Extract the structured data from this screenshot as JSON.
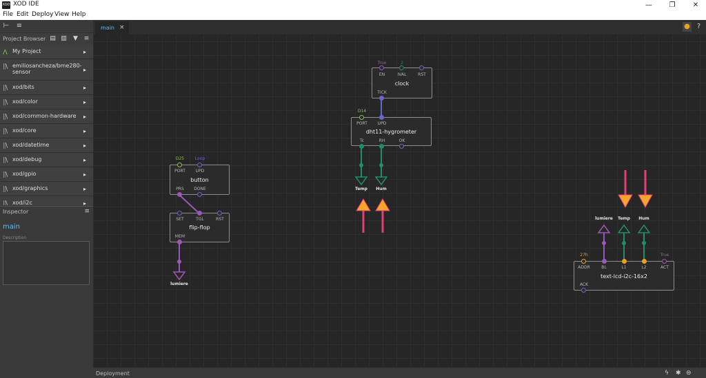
{
  "window": {
    "title": "XOD IDE",
    "app_icon_text": "XOD",
    "minimize": "—",
    "maximize": "❐",
    "close": "✕"
  },
  "menu": [
    "File",
    "Edit",
    "Deploy",
    "View",
    "Help"
  ],
  "project_browser": {
    "title": "Project Browser",
    "items": [
      {
        "label": "My Project",
        "icon": "project-icon"
      },
      {
        "label": "emiliosancheza/bme280-sensor",
        "icon": "library-icon"
      },
      {
        "label": "xod/bits",
        "icon": "library-icon"
      },
      {
        "label": "xod/color",
        "icon": "library-icon"
      },
      {
        "label": "xod/common-hardware",
        "icon": "library-icon"
      },
      {
        "label": "xod/core",
        "icon": "library-icon"
      },
      {
        "label": "xod/datetime",
        "icon": "library-icon"
      },
      {
        "label": "xod/debug",
        "icon": "library-icon"
      },
      {
        "label": "xod/gpio",
        "icon": "library-icon"
      },
      {
        "label": "xod/graphics",
        "icon": "library-icon"
      },
      {
        "label": "xod/i2c",
        "icon": "library-icon"
      }
    ]
  },
  "inspector": {
    "title": "Inspector",
    "name": "main",
    "description_label": "Description",
    "description_value": ""
  },
  "tabs": [
    {
      "label": "main",
      "close": "×"
    }
  ],
  "bottom": {
    "label": "Deployment"
  },
  "colors": {
    "accent": "#4fc3f7",
    "pulse": "#6b66c9",
    "boolean": "#9c57b7",
    "number": "#1f8d6e",
    "port": "#8bc34a",
    "byte": "#f0a020",
    "arrow_fill": "#f7a52a",
    "arrow_stem": "#e0407a"
  },
  "patch": {
    "nodes": [
      {
        "id": "clock",
        "name": "clock",
        "inputs": [
          {
            "label": "EN",
            "value": "True"
          },
          {
            "label": "IVAL",
            "value": "2"
          },
          {
            "label": "RST",
            "value": ""
          }
        ],
        "outputs": [
          {
            "label": "TICK"
          }
        ]
      },
      {
        "id": "dht11",
        "name": "dht11-hygrometer",
        "inputs": [
          {
            "label": "PORT",
            "value": "D14"
          },
          {
            "label": "UPD",
            "value": ""
          }
        ],
        "outputs": [
          {
            "label": "Tc"
          },
          {
            "label": "RH"
          },
          {
            "label": "OK"
          }
        ]
      },
      {
        "id": "button",
        "name": "button",
        "inputs": [
          {
            "label": "PORT",
            "value": "D25"
          },
          {
            "label": "UPD",
            "value": "Loop"
          }
        ],
        "outputs": [
          {
            "label": "PRS"
          },
          {
            "label": "DONE"
          }
        ]
      },
      {
        "id": "flipflop",
        "name": "flip-flop",
        "inputs": [
          {
            "label": "SET"
          },
          {
            "label": "TGL"
          },
          {
            "label": "RST"
          }
        ],
        "outputs": [
          {
            "label": "MEM"
          }
        ]
      },
      {
        "id": "lcd",
        "name": "text-lcd-i2c-16x2",
        "inputs": [
          {
            "label": "ADDR",
            "value": "27h"
          },
          {
            "label": "BL"
          },
          {
            "label": "L1"
          },
          {
            "label": "L2"
          },
          {
            "label": "ACT",
            "value": "True"
          }
        ],
        "outputs": [
          {
            "label": "ACK"
          }
        ]
      }
    ],
    "terminals": {
      "out_temp": "Temp",
      "out_hum": "Hum",
      "out_lumiere": "lumiere",
      "in_lumiere": "lumiere",
      "in_temp": "Temp",
      "in_hum": "Hum"
    }
  }
}
